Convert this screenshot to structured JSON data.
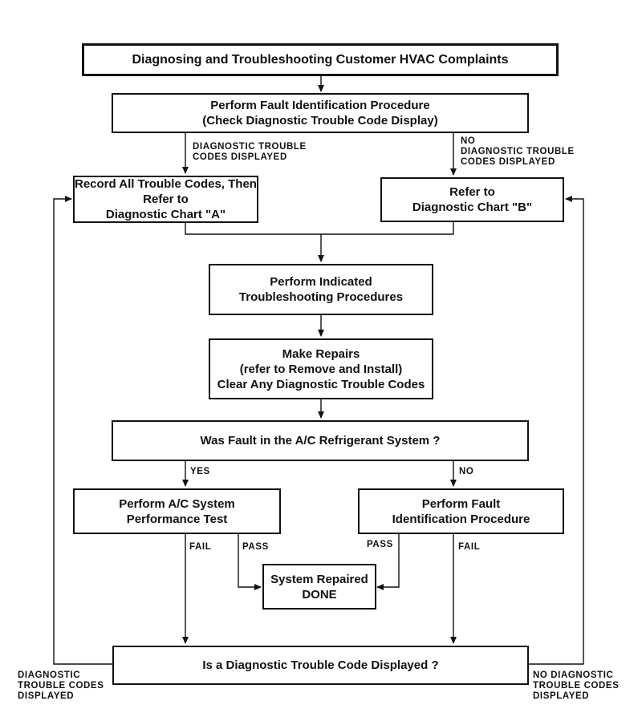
{
  "boxes": {
    "title": "Diagnosing and Troubleshooting Customer HVAC Complaints",
    "fault_id": [
      "Perform Fault Identification Procedure",
      "(Check Diagnostic Trouble Code Display)"
    ],
    "chart_a": [
      "Record All Trouble Codes, Then",
      "Refer to",
      "Diagnostic Chart \"A\""
    ],
    "chart_b": [
      "Refer to",
      "Diagnostic Chart \"B\""
    ],
    "troubleshoot": [
      "Perform Indicated",
      "Troubleshooting  Procedures"
    ],
    "repairs": [
      "Make Repairs",
      "(refer to Remove and Install)",
      "Clear Any Diagnostic Trouble Codes"
    ],
    "refrigerant_q": "Was Fault in the A/C Refrigerant System ?",
    "perf_test": [
      "Perform A/C System",
      "Performance Test"
    ],
    "fault_id_2": [
      "Perform Fault",
      "Identification Procedure"
    ],
    "repaired": [
      "System Repaired",
      "DONE"
    ],
    "dtc_q": "Is a Diagnostic Trouble Code Displayed ?"
  },
  "labels": {
    "dtc_displayed_top": [
      "DIAGNOSTIC TROUBLE",
      "CODES DISPLAYED"
    ],
    "no_dtc_top": [
      "NO",
      "DIAGNOSTIC TROUBLE",
      "CODES DISPLAYED"
    ],
    "yes": "YES",
    "no": "NO",
    "fail_left": "FAIL",
    "pass_left": "PASS",
    "pass_right": "PASS",
    "fail_right": "FAIL",
    "dtc_displayed_bottom": [
      "DIAGNOSTIC",
      "TROUBLE CODES",
      "DISPLAYED"
    ],
    "no_dtc_bottom": [
      "NO DIAGNOSTIC",
      "TROUBLE CODES",
      "DISPLAYED"
    ]
  }
}
